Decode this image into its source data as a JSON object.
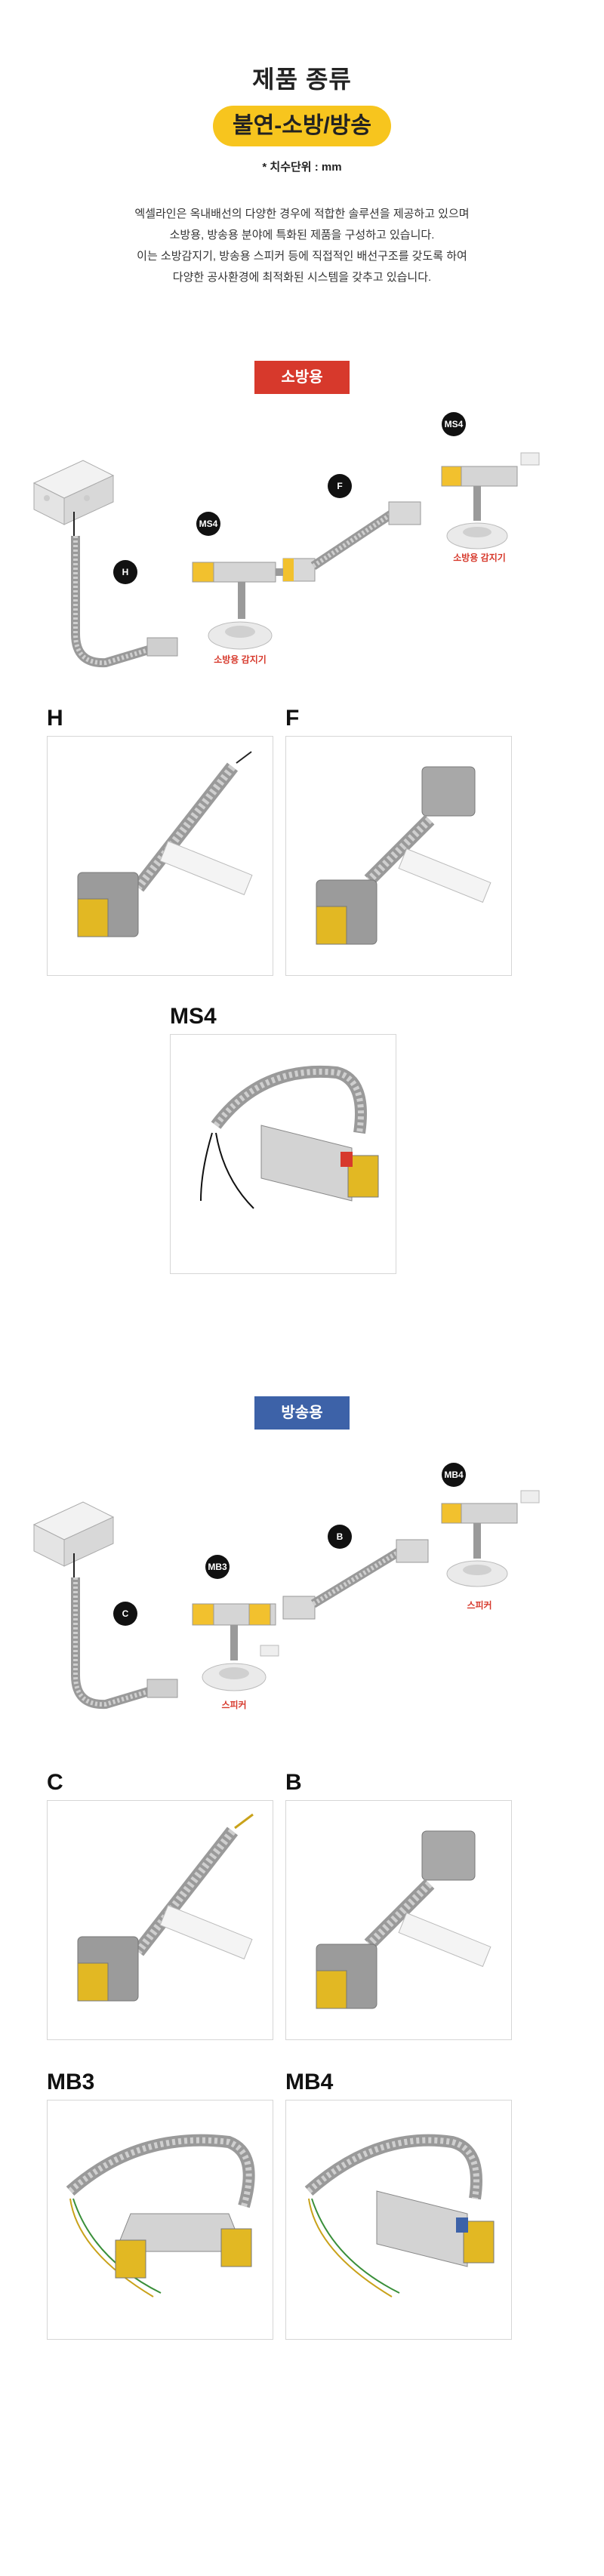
{
  "header": {
    "title": "제품 종류",
    "subtitle": "불연-소방/방송",
    "unit_note": "* 치수단위 : mm"
  },
  "description": [
    "엑셀라인은 옥내배선의 다양한 경우에 적합한 솔루션을 제공하고 있으며",
    "소방용, 방송용 분야에 특화된 제품을 구성하고 있습니다.",
    "이는 소방감지기, 방송용 스피커 등에 직접적인 배선구조를 갖도록 하여",
    "다양한 공사환경에 최적화된 시스템을 갖추고 있습니다."
  ],
  "fire_section": {
    "badge": "소방용",
    "diagram_nodes": {
      "h": "H",
      "ms4_left": "MS4",
      "f": "F",
      "ms4_right": "MS4"
    },
    "captions": {
      "left": "소방용 감지기",
      "right": "소방용 감지기"
    },
    "products": [
      {
        "label": "H"
      },
      {
        "label": "F"
      },
      {
        "label": "MS4"
      }
    ]
  },
  "broadcast_section": {
    "badge": "방송용",
    "diagram_nodes": {
      "c": "C",
      "mb3": "MB3",
      "b": "B",
      "mb4": "MB4"
    },
    "captions": {
      "left": "스피커",
      "right": "스피커"
    },
    "products": [
      {
        "label": "C"
      },
      {
        "label": "B"
      },
      {
        "label": "MB3"
      },
      {
        "label": "MB4"
      }
    ]
  },
  "colors": {
    "accent_yellow": "#f7c51e",
    "fire_red": "#d7392c",
    "broadcast_blue": "#3d62a8"
  }
}
